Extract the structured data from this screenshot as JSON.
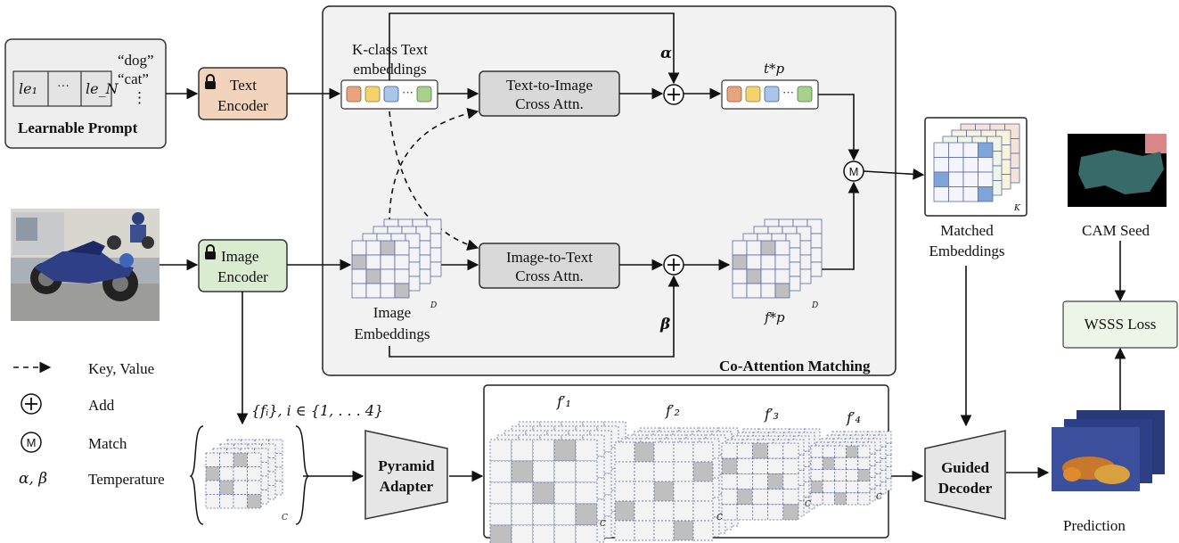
{
  "prompt": {
    "token_first": "le₁",
    "token_middle": "···",
    "token_last": "le_N",
    "label": "Learnable Prompt",
    "classes": [
      "“dog”",
      "“cat”",
      "⋮"
    ]
  },
  "text_encoder": {
    "line1": "Text",
    "line2": "Encoder"
  },
  "image_encoder": {
    "line1": "Image",
    "line2": "Encoder"
  },
  "kclass": {
    "line1": "K-class Text",
    "line2": "embeddings"
  },
  "t2i": {
    "line1": "Text-to-Image",
    "line2": "Cross Attn."
  },
  "i2t": {
    "line1": "Image-to-Text",
    "line2": "Cross Attn."
  },
  "tp": "t*p",
  "fp": "f*p",
  "alpha": "α",
  "beta": "β",
  "image_emb": {
    "line1": "Image",
    "line2": "Embeddings"
  },
  "coattn_title": "Co-Attention Matching",
  "matched": {
    "line1": "Matched",
    "line2": "Embeddings",
    "k": "K"
  },
  "dim_d": "D",
  "dim_c": "C",
  "cam_seed": "CAM Seed",
  "wsss_loss": "WSSS Loss",
  "prediction": "Prediction",
  "pyramid": {
    "line1": "Pyramid",
    "line2": "Adapter"
  },
  "guided": {
    "line1": "Guided",
    "line2": "Decoder"
  },
  "features_label": "{fᵢ}, i ∈ {1, . . . 4}",
  "f_labels": [
    "f′₁",
    "f′₂",
    "f′₃",
    "f′₄"
  ],
  "legend": [
    {
      "symbol": "dashed-arrow",
      "text": "Key, Value"
    },
    {
      "symbol": "⊕",
      "text": "Add"
    },
    {
      "symbol": "Ⓜ",
      "text": "Match"
    },
    {
      "symbol": "α, β",
      "text": "Temperature"
    }
  ],
  "colors": {
    "text_encoder": "#f2d3bb",
    "image_encoder": "#d9ecd0",
    "attn_box": "#d9d9d9",
    "panel": "#f2f2f2",
    "prompt_bg": "#eeeeee",
    "token_orange": "#e8a47c",
    "token_yellow": "#f3d36b",
    "token_blue": "#a9c6ea",
    "token_green": "#a9d18e",
    "grid_dark": "#bfbfbf",
    "wsss_bg": "#ecf5e6"
  }
}
